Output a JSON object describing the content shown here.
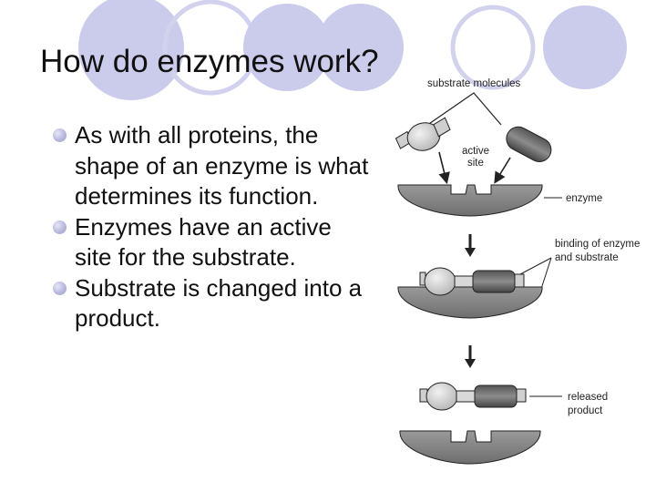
{
  "slide": {
    "title": "How do enzymes work?",
    "bullets": [
      "As with all proteins, the shape of an enzyme is what determines its function.",
      "Enzymes have an active site for the substrate.",
      "Substrate is changed into a product."
    ],
    "bullet_icon": "circle-bullet-icon"
  },
  "diagram": {
    "label_substrate_molecules": "substrate molecules",
    "label_active_site_line1": "active",
    "label_active_site_line2": "site",
    "label_enzyme": "enzyme",
    "label_binding_line1": "binding of enzyme",
    "label_binding_line2": "and substrate",
    "label_released_line1": "released",
    "label_released_line2": "product"
  },
  "colors": {
    "decor_circle": "#cbcbec",
    "bullet": "#b7b7de",
    "text": "#111111"
  }
}
